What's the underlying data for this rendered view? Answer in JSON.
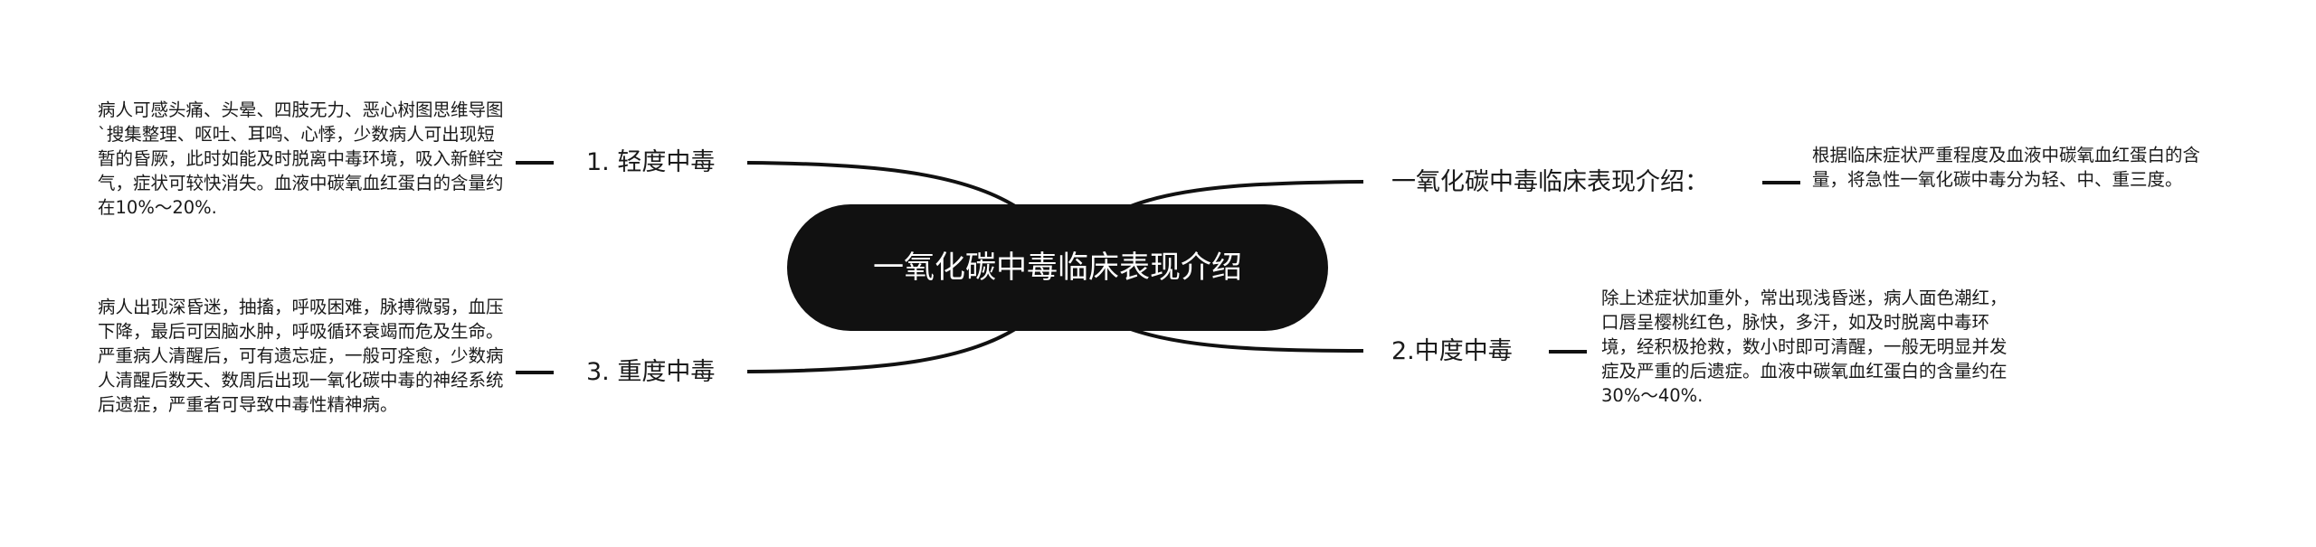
{
  "mindmap": {
    "root": {
      "title": "一氧化碳中毒临床表现介绍"
    },
    "branches": [
      {
        "id": "mild",
        "label": "1. 轻度中毒",
        "side": "left",
        "detail": "病人可感头痛、头晕、四肢无力、恶心树图思维导图`搜集整理、呕吐、耳鸣、心悸，少数病人可出现短暂的昏厥，此时如能及时脱离中毒环境，吸入新鲜空气，症状可较快消失。血液中碳氧血红蛋白的含量约在10%～20%."
      },
      {
        "id": "severe",
        "label": "3. 重度中毒",
        "side": "left",
        "detail": "病人出现深昏迷，抽搐，呼吸困难，脉搏微弱，血压下降，最后可因脑水肿，呼吸循环衰竭而危及生命。严重病人清醒后，可有遗忘症，一般可痊愈，少数病人清醒后数天、数周后出现一氧化碳中毒的神经系统后遗症，严重者可导致中毒性精神病。"
      },
      {
        "id": "intro",
        "label": "一氧化碳中毒临床表现介绍：",
        "side": "right",
        "detail": "根据临床症状严重程度及血液中碳氧血红蛋白的含量，将急性一氧化碳中毒分为轻、中、重三度。"
      },
      {
        "id": "moderate",
        "label": "2.中度中毒",
        "side": "right",
        "detail": "除上述症状加重外，常出现浅昏迷，病人面色潮红，口唇呈樱桃红色，脉快，多汗，如及时脱离中毒环境，经积极抢救，数小时即可清醒，一般无明显并发症及严重的后遗症。血液中碳氧血红蛋白的含量约在30%～40%."
      }
    ],
    "colors": {
      "root_fill": "#111111",
      "root_text": "#ffffff",
      "line": "#111111",
      "text": "#1a1a1a",
      "background": "#ffffff"
    }
  }
}
